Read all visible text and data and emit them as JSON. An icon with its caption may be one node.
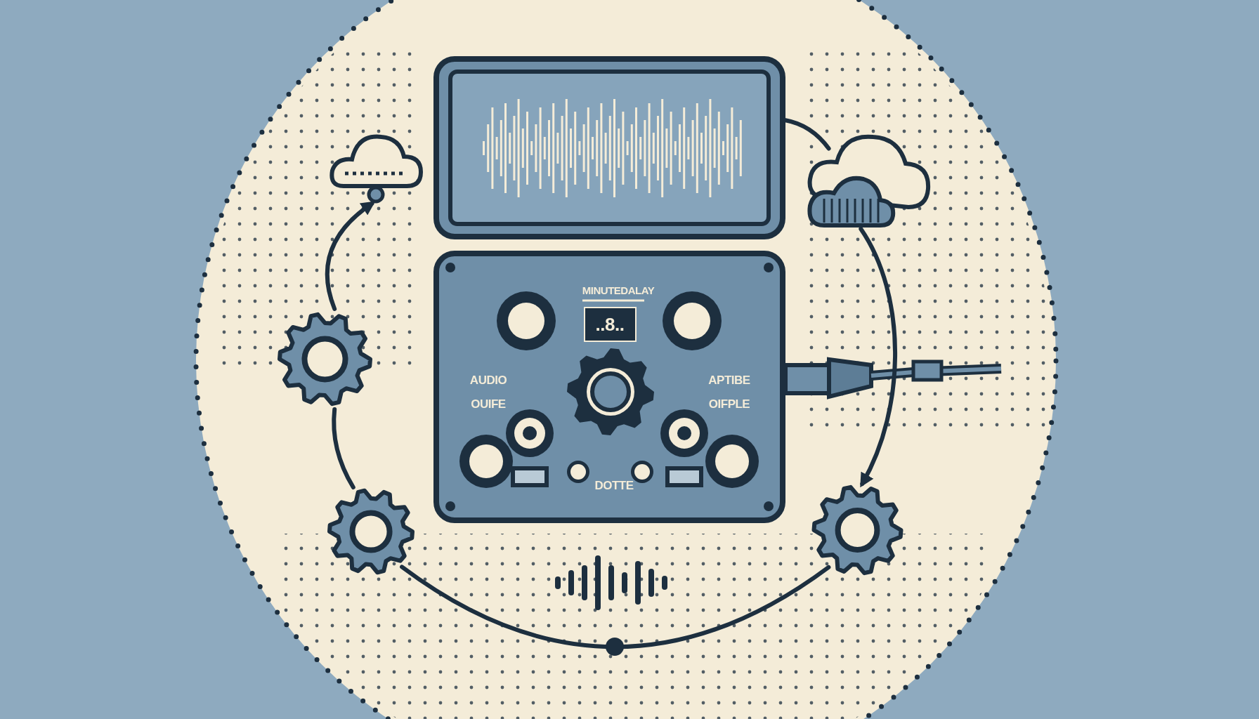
{
  "diagram": {
    "nodes": [
      {
        "text": [],
        "shape": "picture"
      },
      {
        "text": [],
        "shape": "cloud"
      },
      {
        "text": [],
        "shape": "cloud"
      },
      {
        "text": [
          "MINUTEDALAY",
          "..8..",
          "AUDIO OUIFE",
          "APTIBE OIFPLE",
          "DOTTE"
        ]
      },
      {
        "text": [],
        "shape": "gear"
      },
      {
        "text": [],
        "shape": "gear"
      },
      {
        "text": [],
        "shape": "gear"
      }
    ],
    "edges": [
      {
        "from": 5,
        "to": 4,
        "arrow": "none"
      },
      {
        "from": 4,
        "to": 1,
        "arrow": "to"
      },
      {
        "from": 0,
        "to": 2,
        "arrow": "none"
      },
      {
        "from": 2,
        "to": 6,
        "arrow": "to"
      },
      {
        "from": 5,
        "to": 6,
        "arrow": "none"
      }
    ]
  }
}
